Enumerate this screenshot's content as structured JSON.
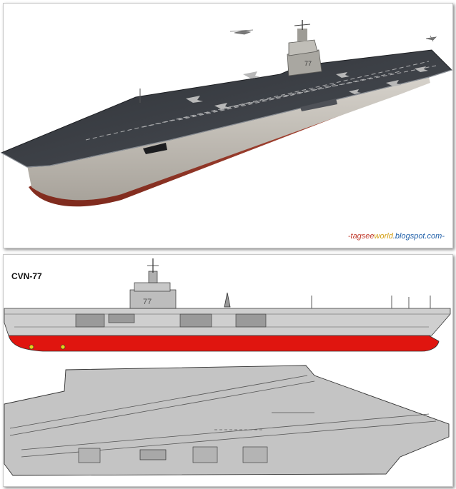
{
  "watermark": {
    "part_a": "-tagsee",
    "part_b": "world",
    "part_c": ".blogspot.com-"
  },
  "profile": {
    "hull_label": "CVN-77",
    "island_number": "77"
  },
  "render": {
    "island_number": "77"
  },
  "colors": {
    "deck": "#3b3f45",
    "hull_grey": "#bdb9b2",
    "hull_red": "#a4402e",
    "profile_grey": "#cfcfcf",
    "profile_red": "#e0150f",
    "plan_grey": "#c4c4c4"
  }
}
